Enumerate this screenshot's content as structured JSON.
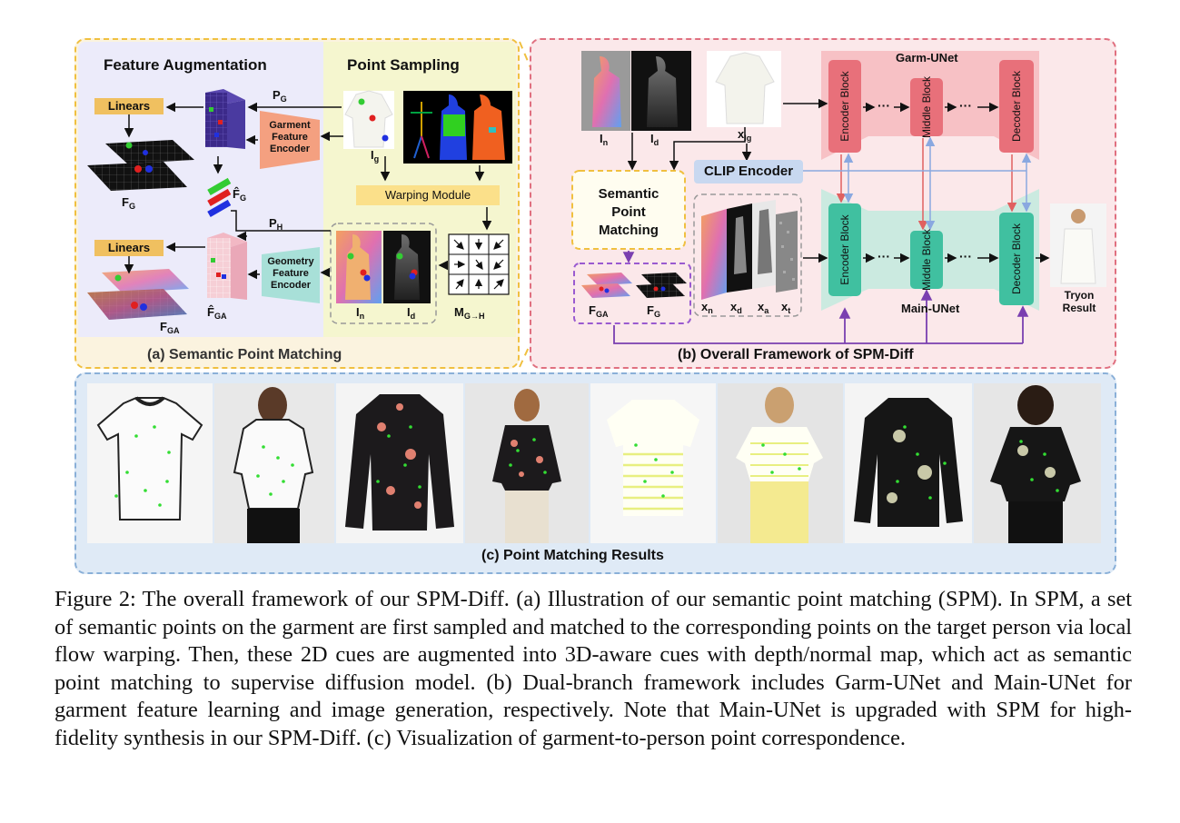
{
  "panel_a": {
    "title": "(a) Semantic Point Matching",
    "feature_augmentation": "Feature Augmentation",
    "point_sampling": "Point Sampling",
    "linears_top": "Linears",
    "linears_bottom": "Linears",
    "garment_encoder": [
      "Garment",
      "Feature",
      "Encoder"
    ],
    "geometry_encoder": [
      "Geometry",
      "Feature",
      "Encoder"
    ],
    "warping_module": "Warping Module",
    "labels": {
      "pg": "P",
      "pg_sub": "G",
      "ph": "P",
      "ph_sub": "H",
      "fg": "F",
      "fg_sub": "G",
      "fg_hat": "F̂",
      "fg_hat_sub": "G",
      "fga": "F",
      "fga_sub": "GA",
      "fga_hat": "F̂",
      "fga_hat_sub": "GA",
      "ig": "I",
      "ig_sub": "g",
      "in": "I",
      "in_sub": "n",
      "id": "I",
      "id_sub": "d",
      "m": "M",
      "m_sub": "G→H"
    }
  },
  "panel_b": {
    "title": "(b) Overall Framework of SPM-Diff",
    "garm_unet": "Garm-UNet",
    "main_unet": "Main-UNet",
    "clip_encoder": "CLIP Encoder",
    "spm_box": [
      "Semantic",
      "Point",
      "Matching"
    ],
    "encoder_block": "Encoder Block",
    "middle_block": "Middle Block",
    "decoder_block": "Decoder Block",
    "dots": "···",
    "tryon": [
      "Tryon",
      "Result"
    ],
    "labels": {
      "in": "I",
      "in_sub": "n",
      "id": "I",
      "id_sub": "d",
      "xlg": "x",
      "xlg_sub": "lg",
      "xn": "x",
      "xn_sub": "n",
      "xd": "x",
      "xd_sub": "d",
      "xa": "x",
      "xa_sub": "a",
      "xt": "x",
      "xt_sub": "t",
      "fga": "F",
      "fga_sub": "GA",
      "fg": "F",
      "fg_sub": "G"
    }
  },
  "panel_c": {
    "title": "(c) Point Matching Results"
  },
  "caption": "Figure 2: The overall framework of our SPM-Diff. (a) Illustration of our semantic point matching (SPM). In SPM, a set of semantic points on the garment are first sampled and matched to the corresponding points on the target person via local flow warping. Then, these 2D cues are augmented into 3D-aware cues with depth/normal map, which act as semantic point matching to supervise diffusion model.  (b) Dual-branch framework includes Garm-UNet and Main-UNet for garment feature learning and image generation, respectively. Note that Main-UNet is upgraded with SPM for high-fidelity synthesis in our SPM-Diff. (c) Visualization of garment-to-person point correspondence.",
  "colors": {
    "panel_a_border": "#f0c040",
    "panel_b_border": "#e07080",
    "panel_c_border": "#8ab0d8",
    "garm_unet_block": "#e8707a",
    "main_unet_block": "#40c0a0",
    "linears": "#f0c060",
    "warping": "#fbe08a",
    "garment_encoder": "#f4a080",
    "geometry_encoder": "#a8e0d8",
    "clip": "#c8d8f0"
  }
}
